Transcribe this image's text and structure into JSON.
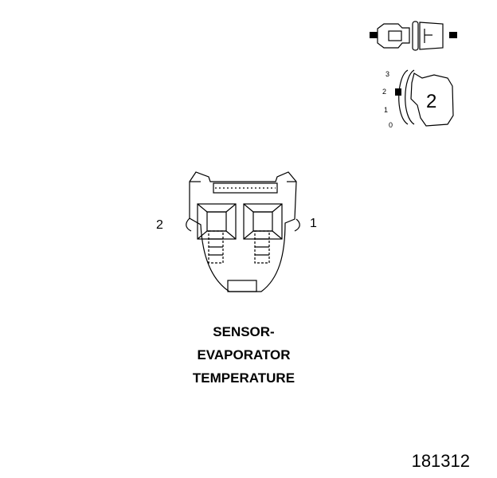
{
  "connector": {
    "pin_left_label": "2",
    "pin_right_label": "1"
  },
  "caption": {
    "line1": "SENSOR-",
    "line2": "EVAPORATOR",
    "line3": "TEMPERATURE"
  },
  "figure_number": "181312",
  "position_indicator": {
    "numbers": [
      "3",
      "2",
      "1",
      "0"
    ],
    "position_badge": "2"
  },
  "colors": {
    "line": "#000000",
    "background": "#ffffff"
  }
}
